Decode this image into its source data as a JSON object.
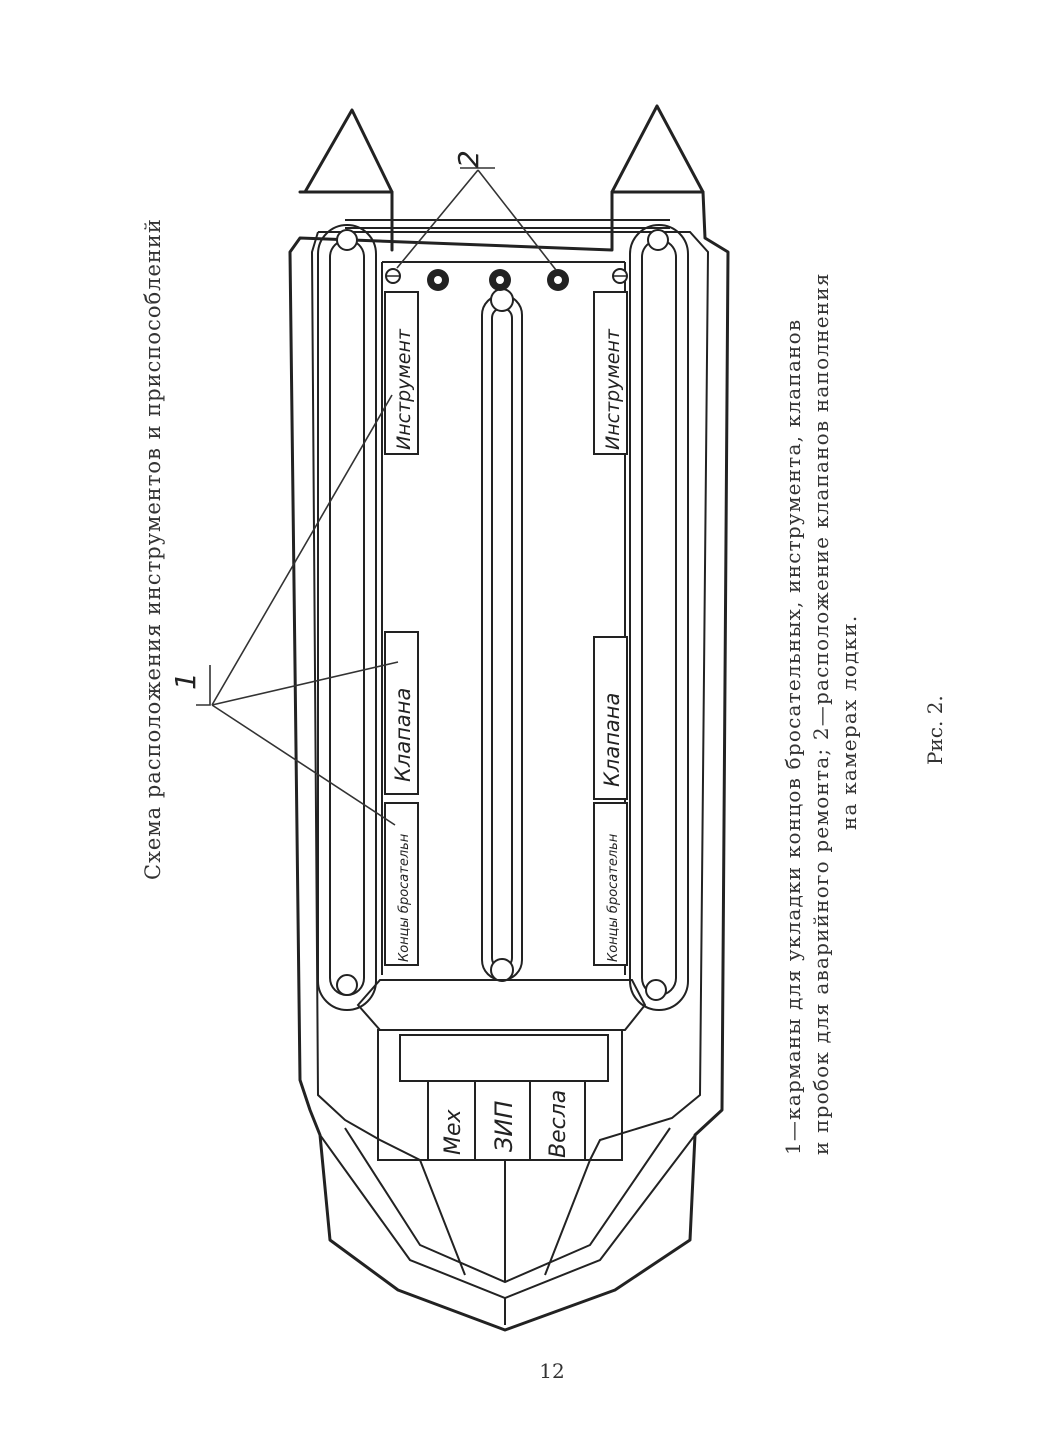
{
  "page": {
    "title": "Схема расположения инструментов и приспособлений",
    "caption_line1": "1—карманы для укладки концов бросательных, инструмента, клапанов",
    "caption_line2": "и пробок для аварийного ремонта; 2—расположение клапанов наполнения",
    "caption_line3": "на камерах лодки.",
    "figure_label": "Рис. 2.",
    "page_number": "12"
  },
  "diagram": {
    "callout_1": "1",
    "callout_2": "2",
    "pockets": {
      "instrument_top": "Инструмент",
      "instrument_bottom": "Инструмент",
      "valves_top": "Клапана",
      "valves_bottom": "Клапана",
      "ends_top": "Концы бросательн",
      "ends_bottom": "Концы бросательн"
    },
    "bow_compartments": {
      "bag": "Мех",
      "spares": "ЗИП",
      "oars": "Весла"
    }
  }
}
